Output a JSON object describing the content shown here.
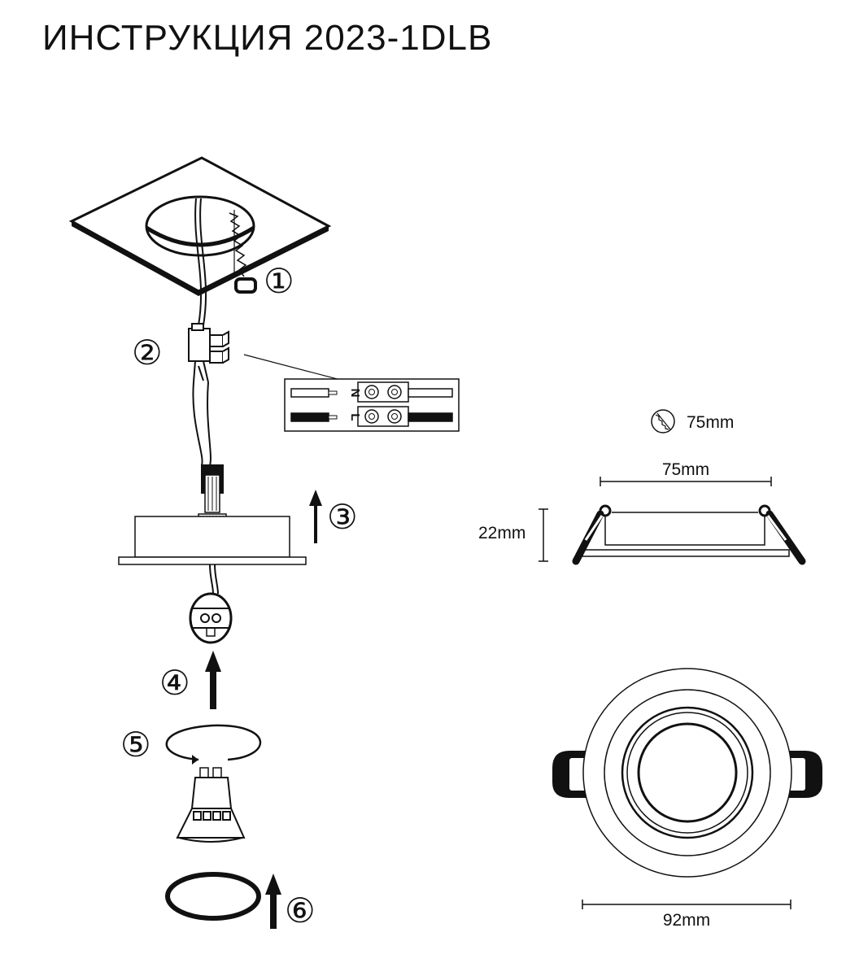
{
  "title": "ИНСТРУКЦИЯ 2023-1DLB",
  "steps": [
    "①",
    "②",
    "③",
    "④",
    "⑤",
    "⑥"
  ],
  "terminal": {
    "neutral": "N",
    "live": "L"
  },
  "dimensions": {
    "cutout": "75mm",
    "width": "75mm",
    "height": "22mm",
    "diameter": "92mm"
  },
  "icons": {
    "cutout": "hole-saw-icon",
    "arrow": "up-arrow-icon"
  }
}
